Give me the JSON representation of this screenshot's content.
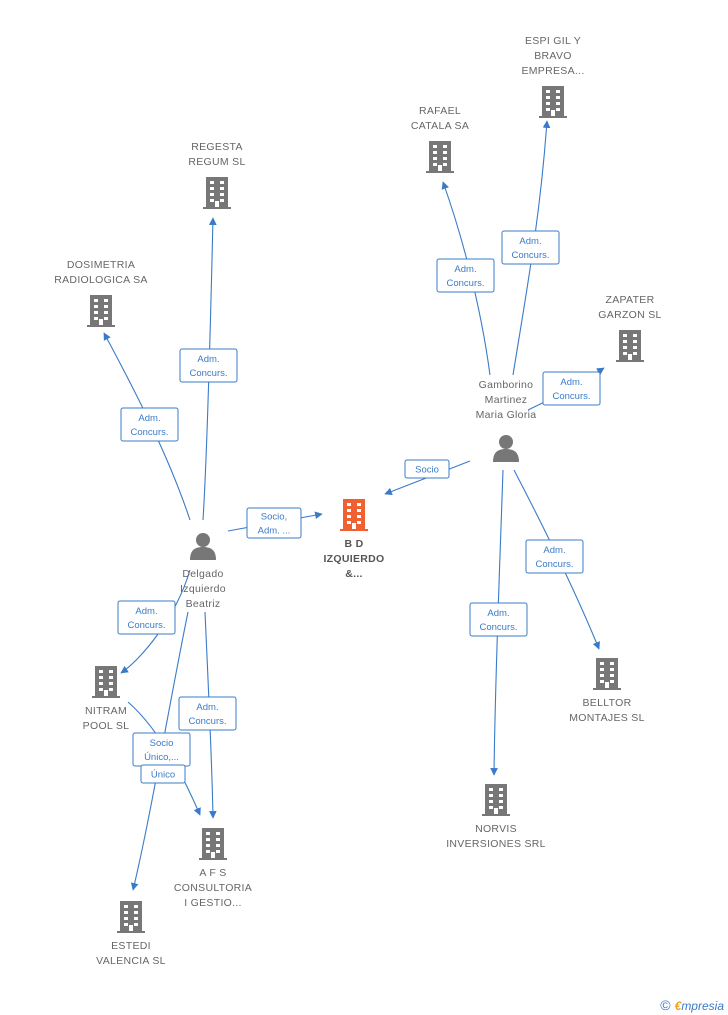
{
  "colors": {
    "company": "#777777",
    "main_company": "#f06030",
    "person": "#777777",
    "edge": "#3a7bc8"
  },
  "nodes": [
    {
      "id": "bd",
      "type": "company",
      "main": true,
      "lines": [
        "B D",
        "IZQUIERDO",
        "&..."
      ]
    },
    {
      "id": "delgado",
      "type": "person",
      "lines": [
        "Delgado",
        "Izquierdo",
        "Beatriz"
      ]
    },
    {
      "id": "gamborino",
      "type": "person",
      "lines": [
        "Gamborino",
        "Martinez",
        "Maria Gloria"
      ]
    },
    {
      "id": "regesta",
      "type": "company",
      "lines": [
        "REGESTA",
        "REGUM SL"
      ]
    },
    {
      "id": "dosimetria",
      "type": "company",
      "lines": [
        "DOSIMETRIA",
        "RADIOLOGICA SA"
      ]
    },
    {
      "id": "nitram",
      "type": "company",
      "lines": [
        "NITRAM",
        "POOL SL"
      ]
    },
    {
      "id": "afs",
      "type": "company",
      "lines": [
        "A F S",
        "CONSULTORIA",
        "I GESTIO..."
      ]
    },
    {
      "id": "estedi",
      "type": "company",
      "lines": [
        "ESTEDI",
        "VALENCIA SL"
      ]
    },
    {
      "id": "rafael",
      "type": "company",
      "lines": [
        "RAFAEL",
        "CATALA SA"
      ]
    },
    {
      "id": "espigil",
      "type": "company",
      "lines": [
        "ESPI GIL Y",
        "BRAVO",
        "EMPRESA..."
      ]
    },
    {
      "id": "zapater",
      "type": "company",
      "lines": [
        "ZAPATER",
        "GARZON SL"
      ]
    },
    {
      "id": "belltor",
      "type": "company",
      "lines": [
        "BELLTOR",
        "MONTAJES SL"
      ]
    },
    {
      "id": "norvis",
      "type": "company",
      "lines": [
        "NORVIS",
        "INVERSIONES SRL"
      ]
    }
  ],
  "edges": [
    {
      "id": "e1",
      "from": "delgado",
      "to": "bd",
      "label": [
        "Socio,",
        "Adm. ..."
      ]
    },
    {
      "id": "e2",
      "from": "gamborino",
      "to": "bd",
      "label": [
        "Socio"
      ]
    },
    {
      "id": "e3",
      "from": "delgado",
      "to": "regesta",
      "label": [
        "Adm.",
        "Concurs."
      ]
    },
    {
      "id": "e4",
      "from": "delgado",
      "to": "dosimetria",
      "label": [
        "Adm.",
        "Concurs."
      ]
    },
    {
      "id": "e5",
      "from": "delgado",
      "to": "nitram",
      "label": [
        "Adm.",
        "Concurs."
      ]
    },
    {
      "id": "e6",
      "from": "delgado",
      "to": "afs",
      "label": [
        "Adm.",
        "Concurs."
      ]
    },
    {
      "id": "e7",
      "from": "delgado",
      "to": "estedi",
      "label": [
        "Socio",
        "Único,..."
      ]
    },
    {
      "id": "e8",
      "from": "nitram",
      "to": "afs",
      "label": [
        "Único"
      ]
    },
    {
      "id": "e9",
      "from": "gamborino",
      "to": "rafael",
      "label": [
        "Adm.",
        "Concurs."
      ]
    },
    {
      "id": "e10",
      "from": "gamborino",
      "to": "espigil",
      "label": [
        "Adm.",
        "Concurs."
      ]
    },
    {
      "id": "e11",
      "from": "gamborino",
      "to": "zapater",
      "label": [
        "Adm.",
        "Concurs."
      ]
    },
    {
      "id": "e12",
      "from": "gamborino",
      "to": "belltor",
      "label": [
        "Adm.",
        "Concurs."
      ]
    },
    {
      "id": "e13",
      "from": "gamborino",
      "to": "norvis",
      "label": [
        "Adm.",
        "Concurs."
      ]
    }
  ],
  "footer": {
    "copyright": "©",
    "brand_first": "€",
    "brand_rest": "mpresia"
  }
}
